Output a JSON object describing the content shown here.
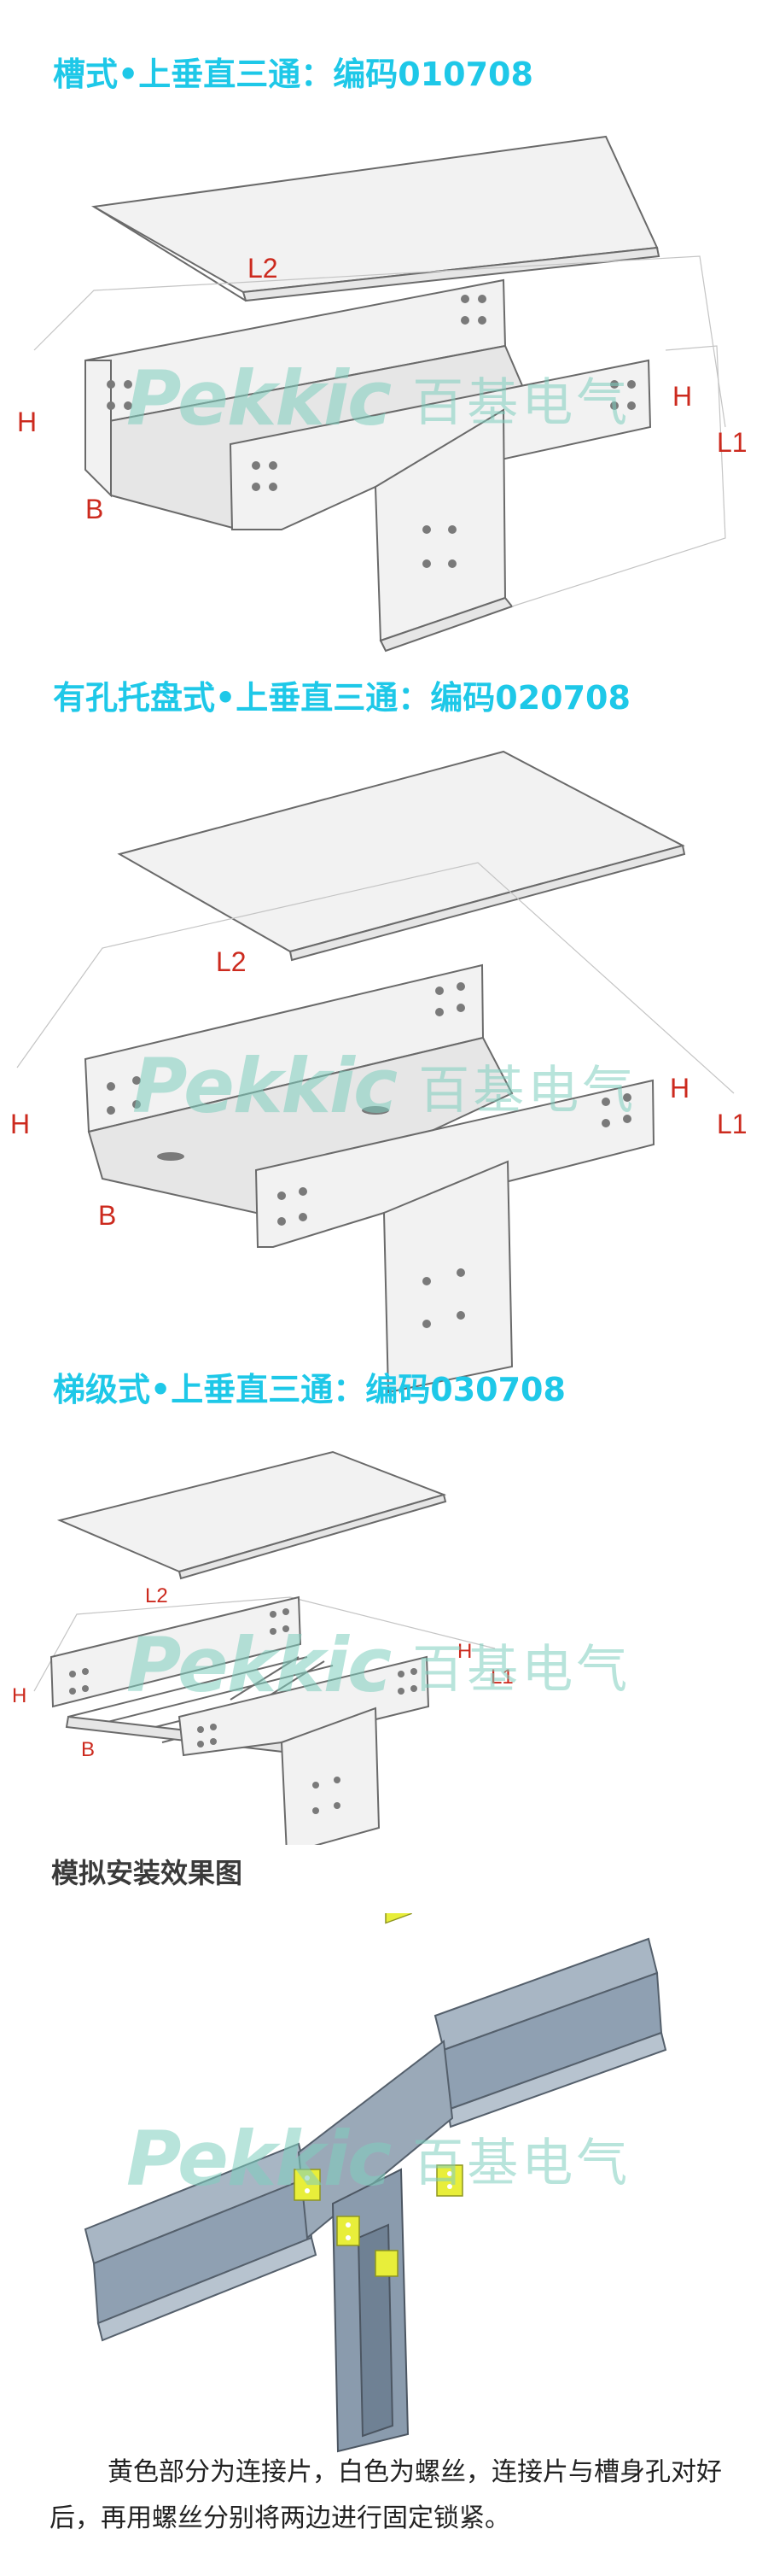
{
  "sections": [
    {
      "title": "槽式•上垂直三通：编码010708",
      "dims": {
        "l2": "L2",
        "h_left": "H",
        "h_right": "H",
        "l1": "L1",
        "b": "B"
      }
    },
    {
      "title": "有孔托盘式•上垂直三通：编码020708",
      "dims": {
        "l2": "L2",
        "h_left": "H",
        "h_right": "H",
        "l1": "L1",
        "b": "B"
      }
    },
    {
      "title": "梯级式•上垂直三通：编码030708",
      "dims": {
        "l2": "L2",
        "h_left": "H",
        "h_right": "H",
        "l1": "L1",
        "b": "B"
      }
    }
  ],
  "install": {
    "title": "模拟安装效果图",
    "caption": "黄色部分为连接片，白色为螺丝，连接片与槽身孔对好后，再用螺丝分别将两边进行固定锁紧。"
  },
  "watermark": {
    "logo": "Pekkic",
    "cn": "百基电气"
  },
  "colors": {
    "title": "#1ec8e8",
    "dim": "#cc2a1e",
    "watermark": "#7fcfbf",
    "connector": "#e8ee3a",
    "tray": "#9aa9b8"
  }
}
